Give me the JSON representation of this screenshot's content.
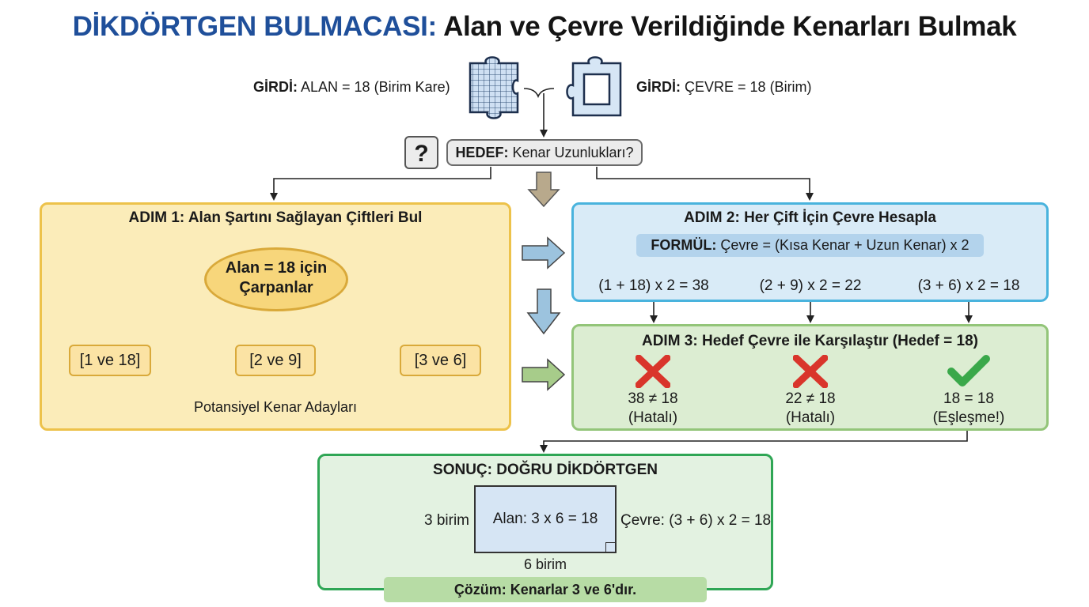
{
  "title": {
    "part1": "DİKDÖRTGEN BULMACASI:",
    "part2": "Alan ve Çevre Verildiğinde Kenarları Bulmak"
  },
  "inputs": {
    "area_label": "GİRDİ:",
    "area_text": "ALAN = 18 (Birim Kare)",
    "perimeter_label": "GİRDİ:",
    "perimeter_text": "ÇEVRE = 18 (Birim)",
    "area_icon": "puzzle-piece-grid-icon",
    "perimeter_icon": "puzzle-piece-outline-icon"
  },
  "goal": {
    "question_mark": "?",
    "label": "HEDEF:",
    "text": "Kenar Uzunlukları?"
  },
  "step1": {
    "title": "ADIM 1: Alan Şartını Sağlayan Çiftleri Bul",
    "ellipse_line1": "Alan = 18 için",
    "ellipse_line2": "Çarpanlar",
    "pairs": [
      "[1 ve 18]",
      "[2 ve 9]",
      "[3 ve 6]"
    ],
    "caption": "Potansiyel Kenar Adayları"
  },
  "step2": {
    "title": "ADIM 2: Her Çift İçin Çevre Hesapla",
    "formula_label": "FORMÜL:",
    "formula_text": "Çevre = (Kısa Kenar + Uzun Kenar) x 2",
    "calcs": [
      "(1 + 18) x 2 = 38",
      "(2 + 9) x 2 = 22",
      "(3 + 6) x 2 = 18"
    ]
  },
  "step3": {
    "title": "ADIM 3: Hedef Çevre ile Karşılaştır (Hedef = 18)",
    "results": [
      {
        "compare": "38 ≠ 18",
        "status": "(Hatalı)",
        "icon": "cross-icon"
      },
      {
        "compare": "22 ≠ 18",
        "status": "(Hatalı)",
        "icon": "cross-icon"
      },
      {
        "compare": "18 = 18",
        "status": "(Eşleşme!)",
        "icon": "check-icon"
      }
    ]
  },
  "result": {
    "title": "SONUÇ: DOĞRU DİKDÖRTGEN",
    "short_side": "3 birim",
    "long_side": "6 birim",
    "area_text": "Alan: 3 x 6 = 18",
    "perimeter_text": "Çevre: (3 + 6) x 2 = 18",
    "solution": "Çözüm: Kenarlar 3 ve 6'dır."
  },
  "colors": {
    "title_blue": "#1f4f9a",
    "step1_fill": "#fbecb9",
    "step2_fill": "#d9ebf7",
    "step3_fill": "#dcedd2",
    "result_border": "#2fa655",
    "cross": "#d9352b",
    "check": "#3aa84a"
  }
}
